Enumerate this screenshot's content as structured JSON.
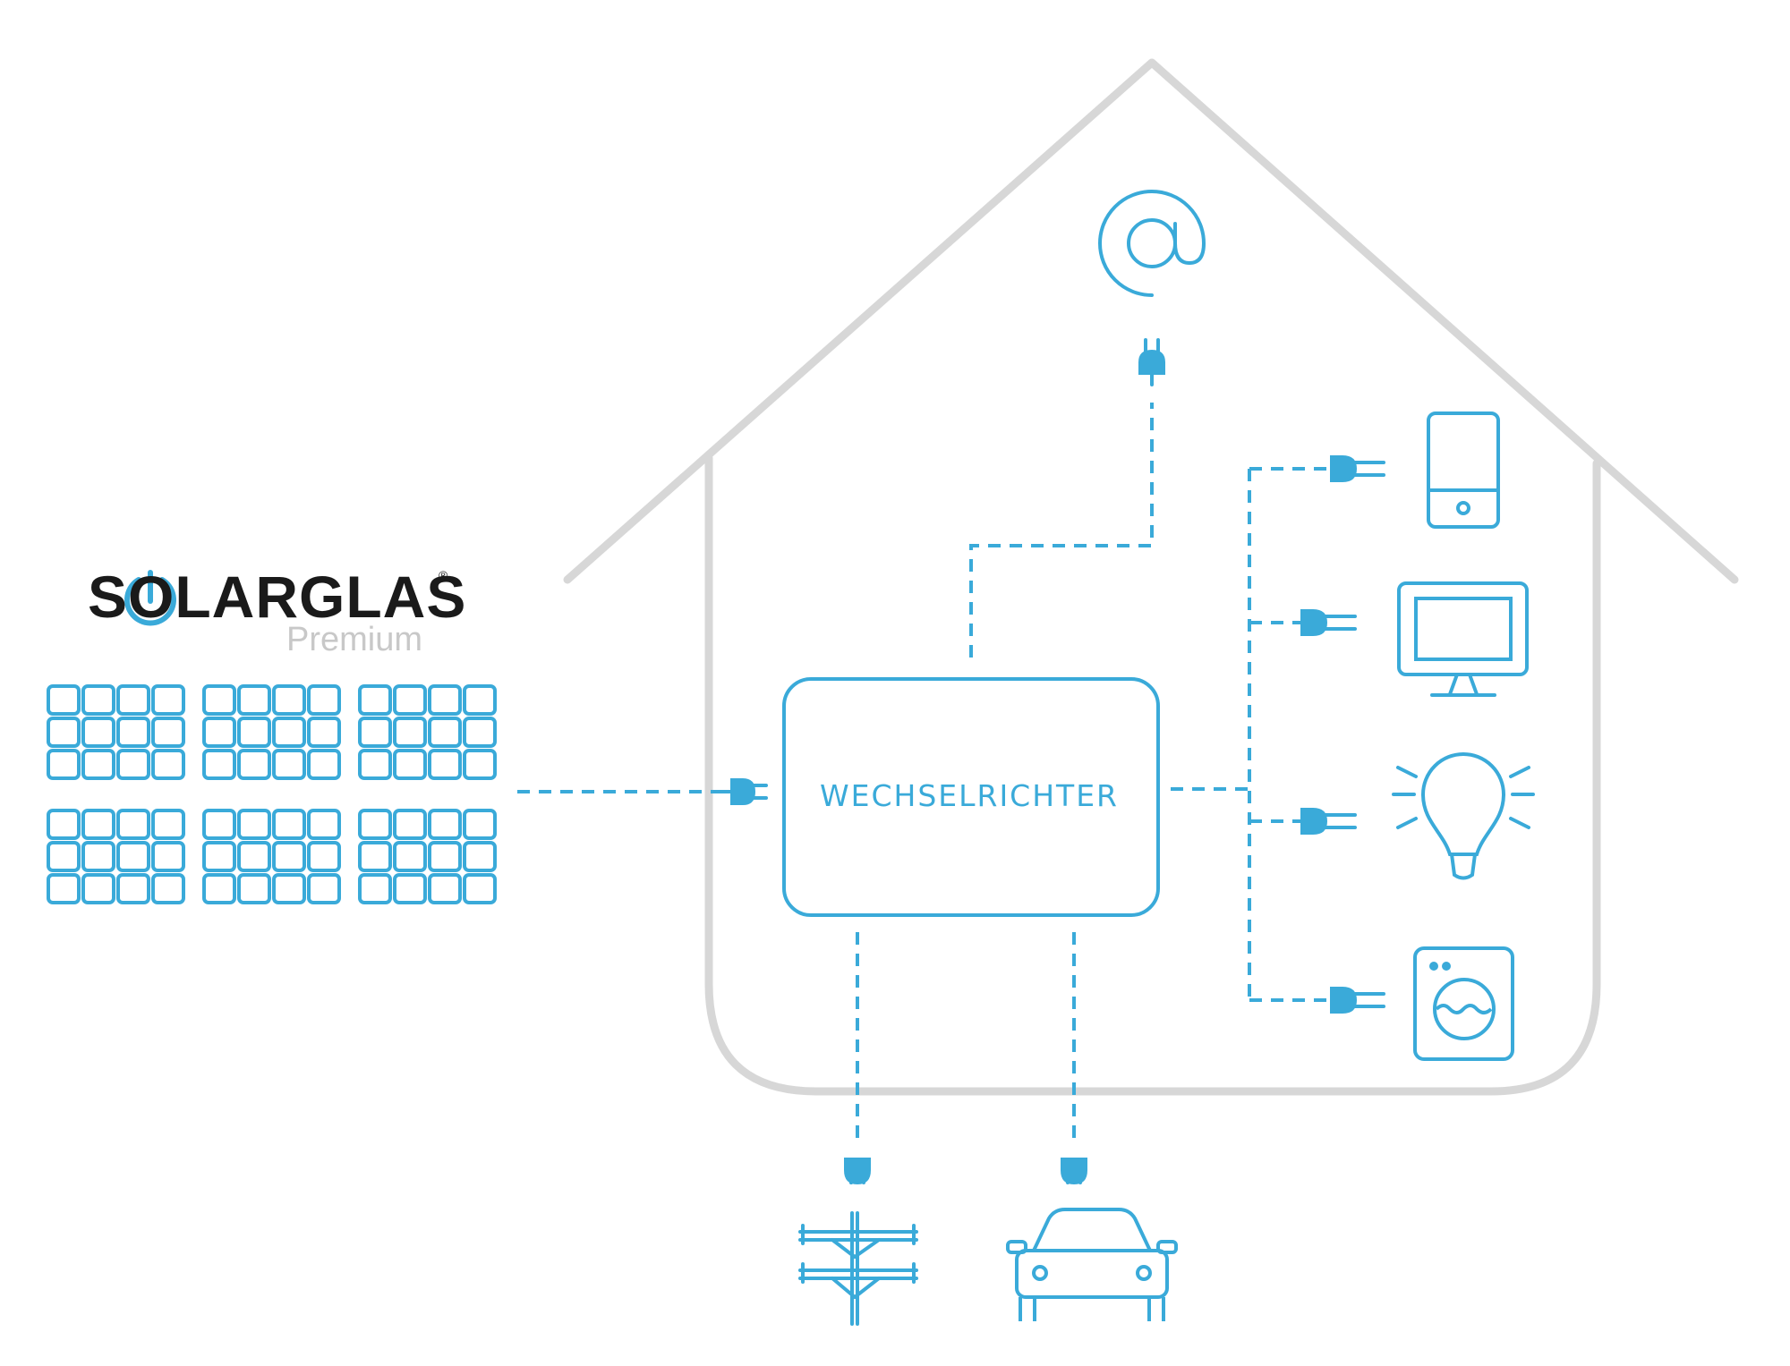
{
  "logo": {
    "brand": "SOLARGLAS",
    "registered": "®",
    "subline": "Premium"
  },
  "inverter": {
    "label": "WECHSELRICHTER"
  },
  "colors": {
    "accent": "#3aaad9",
    "house_outline": "#d7d7d7",
    "logo_text": "#1a1a1a",
    "logo_sub": "#c8c8c8"
  },
  "icons": [
    "solar-panel-array-icon",
    "internet-at-icon",
    "smartphone-icon",
    "monitor-icon",
    "light-bulb-icon",
    "washing-machine-icon",
    "power-pylon-icon",
    "car-icon",
    "plug-icon"
  ]
}
